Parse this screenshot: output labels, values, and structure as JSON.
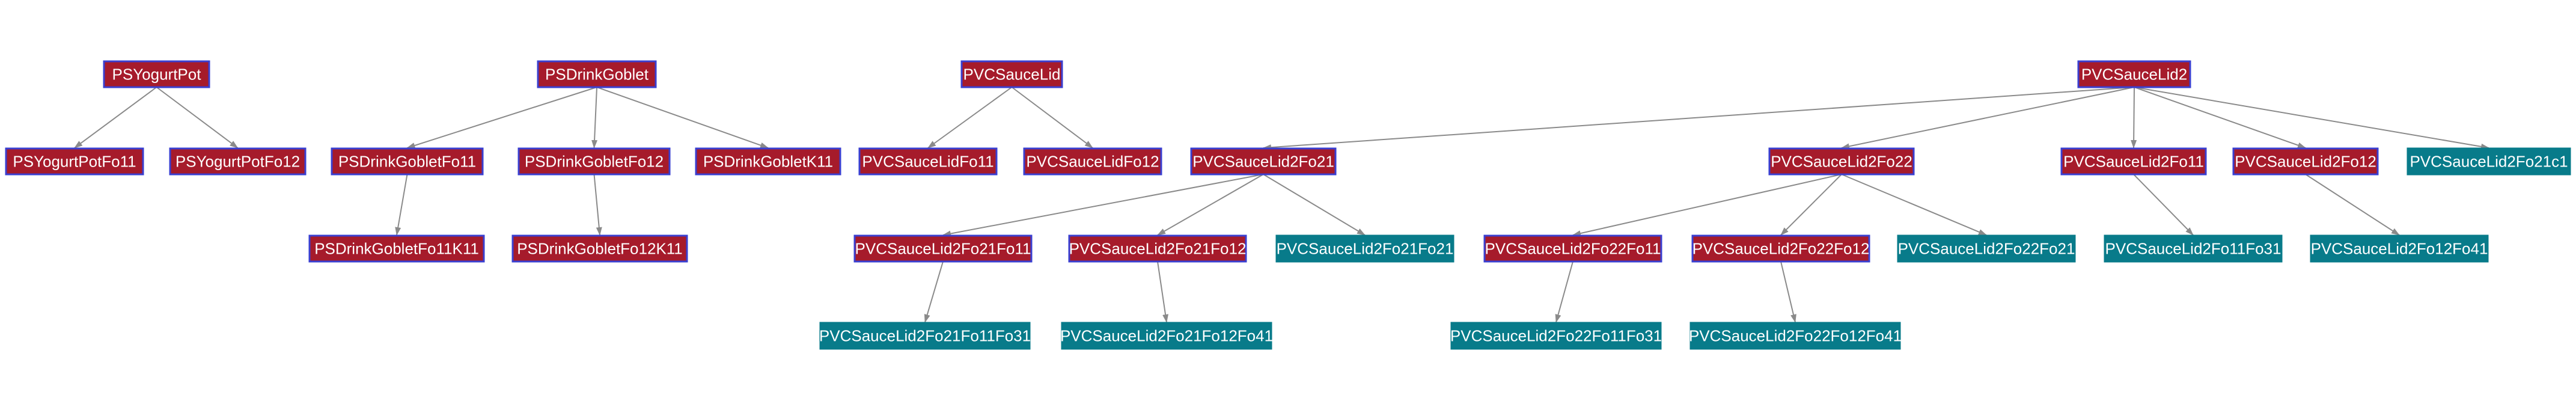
{
  "colors": {
    "intermediate_fill": "#a61b2b",
    "intermediate_border": "#3a3fd0",
    "leaf_fill": "#087b8a",
    "leaf_border": "#087b8a",
    "edge": "#8a8a8a"
  },
  "nodes": [
    {
      "id": "PSYogurtPot",
      "label": "PSYogurtPot",
      "kind": "intermediate"
    },
    {
      "id": "PSYogurtPotFo11",
      "label": "PSYogurtPotFo11",
      "kind": "intermediate"
    },
    {
      "id": "PSYogurtPotFo12",
      "label": "PSYogurtPotFo12",
      "kind": "intermediate"
    },
    {
      "id": "PSDrinkGoblet",
      "label": "PSDrinkGoblet",
      "kind": "intermediate"
    },
    {
      "id": "PSDrinkGobletFo11",
      "label": "PSDrinkGobletFo11",
      "kind": "intermediate"
    },
    {
      "id": "PSDrinkGobletFo12",
      "label": "PSDrinkGobletFo12",
      "kind": "intermediate"
    },
    {
      "id": "PSDrinkGobletK11",
      "label": "PSDrinkGobletK11",
      "kind": "intermediate"
    },
    {
      "id": "PSDrinkGobletFo11K11",
      "label": "PSDrinkGobletFo11K11",
      "kind": "intermediate"
    },
    {
      "id": "PSDrinkGobletFo12K11",
      "label": "PSDrinkGobletFo12K11",
      "kind": "intermediate"
    },
    {
      "id": "PVCSauceLid",
      "label": "PVCSauceLid",
      "kind": "intermediate"
    },
    {
      "id": "PVCSauceLidFo11",
      "label": "PVCSauceLidFo11",
      "kind": "intermediate"
    },
    {
      "id": "PVCSauceLidFo12",
      "label": "PVCSauceLidFo12",
      "kind": "intermediate"
    },
    {
      "id": "PVCSauceLid2",
      "label": "PVCSauceLid2",
      "kind": "intermediate"
    },
    {
      "id": "PVCSauceLid2Fo21",
      "label": "PVCSauceLid2Fo21",
      "kind": "intermediate"
    },
    {
      "id": "PVCSauceLid2Fo22",
      "label": "PVCSauceLid2Fo22",
      "kind": "intermediate"
    },
    {
      "id": "PVCSauceLid2Fo11",
      "label": "PVCSauceLid2Fo11",
      "kind": "intermediate"
    },
    {
      "id": "PVCSauceLid2Fo12",
      "label": "PVCSauceLid2Fo12",
      "kind": "intermediate"
    },
    {
      "id": "PVCSauceLid2Fo21c1",
      "label": "PVCSauceLid2Fo21c1",
      "kind": "leaf"
    },
    {
      "id": "PVCSauceLid2Fo21Fo11",
      "label": "PVCSauceLid2Fo21Fo11",
      "kind": "intermediate"
    },
    {
      "id": "PVCSauceLid2Fo21Fo12",
      "label": "PVCSauceLid2Fo21Fo12",
      "kind": "intermediate"
    },
    {
      "id": "PVCSauceLid2Fo21Fo21",
      "label": "PVCSauceLid2Fo21Fo21",
      "kind": "leaf"
    },
    {
      "id": "PVCSauceLid2Fo22Fo11",
      "label": "PVCSauceLid2Fo22Fo11",
      "kind": "intermediate"
    },
    {
      "id": "PVCSauceLid2Fo22Fo12",
      "label": "PVCSauceLid2Fo22Fo12",
      "kind": "intermediate"
    },
    {
      "id": "PVCSauceLid2Fo22Fo21",
      "label": "PVCSauceLid2Fo22Fo21",
      "kind": "leaf"
    },
    {
      "id": "PVCSauceLid2Fo11Fo31",
      "label": "PVCSauceLid2Fo11Fo31",
      "kind": "leaf"
    },
    {
      "id": "PVCSauceLid2Fo12Fo41",
      "label": "PVCSauceLid2Fo12Fo41",
      "kind": "leaf"
    },
    {
      "id": "PVCSauceLid2Fo21Fo11Fo31",
      "label": "PVCSauceLid2Fo21Fo11Fo31",
      "kind": "leaf"
    },
    {
      "id": "PVCSauceLid2Fo21Fo12Fo41",
      "label": "PVCSauceLid2Fo21Fo12Fo41",
      "kind": "leaf"
    },
    {
      "id": "PVCSauceLid2Fo22Fo11Fo31",
      "label": "PVCSauceLid2Fo22Fo11Fo31",
      "kind": "leaf"
    },
    {
      "id": "PVCSauceLid2Fo22Fo12Fo41",
      "label": "PVCSauceLid2Fo22Fo12Fo41",
      "kind": "leaf"
    }
  ],
  "edges": [
    {
      "from": "PSYogurtPot",
      "to": "PSYogurtPotFo11"
    },
    {
      "from": "PSYogurtPot",
      "to": "PSYogurtPotFo12"
    },
    {
      "from": "PSDrinkGoblet",
      "to": "PSDrinkGobletFo11"
    },
    {
      "from": "PSDrinkGoblet",
      "to": "PSDrinkGobletFo12"
    },
    {
      "from": "PSDrinkGoblet",
      "to": "PSDrinkGobletK11"
    },
    {
      "from": "PSDrinkGobletFo11",
      "to": "PSDrinkGobletFo11K11"
    },
    {
      "from": "PSDrinkGobletFo12",
      "to": "PSDrinkGobletFo12K11"
    },
    {
      "from": "PVCSauceLid",
      "to": "PVCSauceLidFo11"
    },
    {
      "from": "PVCSauceLid",
      "to": "PVCSauceLidFo12"
    },
    {
      "from": "PVCSauceLid2",
      "to": "PVCSauceLid2Fo21"
    },
    {
      "from": "PVCSauceLid2",
      "to": "PVCSauceLid2Fo22"
    },
    {
      "from": "PVCSauceLid2",
      "to": "PVCSauceLid2Fo11"
    },
    {
      "from": "PVCSauceLid2",
      "to": "PVCSauceLid2Fo12"
    },
    {
      "from": "PVCSauceLid2",
      "to": "PVCSauceLid2Fo21c1"
    },
    {
      "from": "PVCSauceLid2Fo21",
      "to": "PVCSauceLid2Fo21Fo11"
    },
    {
      "from": "PVCSauceLid2Fo21",
      "to": "PVCSauceLid2Fo21Fo12"
    },
    {
      "from": "PVCSauceLid2Fo21",
      "to": "PVCSauceLid2Fo21Fo21"
    },
    {
      "from": "PVCSauceLid2Fo22",
      "to": "PVCSauceLid2Fo22Fo11"
    },
    {
      "from": "PVCSauceLid2Fo22",
      "to": "PVCSauceLid2Fo22Fo12"
    },
    {
      "from": "PVCSauceLid2Fo22",
      "to": "PVCSauceLid2Fo22Fo21"
    },
    {
      "from": "PVCSauceLid2Fo11",
      "to": "PVCSauceLid2Fo11Fo31"
    },
    {
      "from": "PVCSauceLid2Fo12",
      "to": "PVCSauceLid2Fo12Fo41"
    },
    {
      "from": "PVCSauceLid2Fo21Fo11",
      "to": "PVCSauceLid2Fo21Fo11Fo31"
    },
    {
      "from": "PVCSauceLid2Fo21Fo12",
      "to": "PVCSauceLid2Fo21Fo12Fo41"
    },
    {
      "from": "PVCSauceLid2Fo22Fo11",
      "to": "PVCSauceLid2Fo22Fo11Fo31"
    },
    {
      "from": "PVCSauceLid2Fo22Fo12",
      "to": "PVCSauceLid2Fo22Fo12Fo41"
    }
  ]
}
